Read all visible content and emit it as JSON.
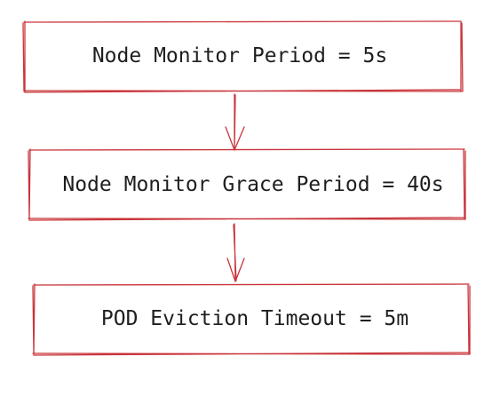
{
  "diagram": {
    "stroke_color": "#c9343a",
    "text_color": "#1e1e1e",
    "boxes": [
      {
        "label": "Node Monitor Period = 5s"
      },
      {
        "label": "Node Monitor Grace Period = 40s"
      },
      {
        "label": "POD Eviction Timeout = 5m"
      }
    ]
  }
}
